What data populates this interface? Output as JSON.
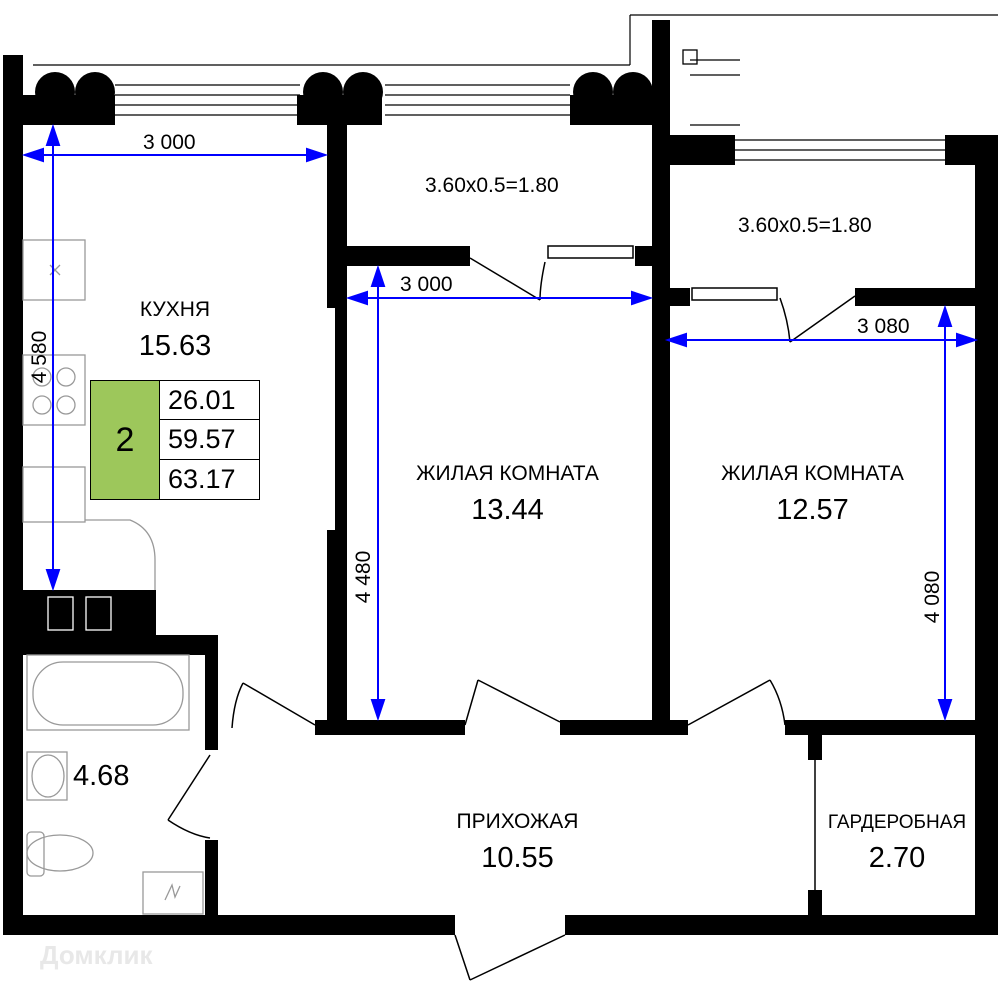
{
  "plan": {
    "rooms": [
      {
        "name": "КУХНЯ",
        "area": "15.63"
      },
      {
        "name": "ЖИЛАЯ КОМНАТА",
        "area": "13.44"
      },
      {
        "name": "ЖИЛАЯ КОМНАТА",
        "area": "12.57"
      },
      {
        "name": "ПРИХОЖАЯ",
        "area": "10.55"
      },
      {
        "name": "ГАРДЕРОБНАЯ",
        "area": "2.70"
      },
      {
        "name": "",
        "area": "4.68"
      }
    ],
    "balconies": [
      "3.60x0.5=1.80",
      "3.60x0.5=1.80"
    ],
    "dimensions": {
      "kitchen_width": "3 000",
      "kitchen_length": "4 580",
      "room1_width": "3 000",
      "room1_length": "4 480",
      "room2_width": "3 080",
      "room2_length": "4 080"
    }
  },
  "legend": {
    "rooms_count": "2",
    "living_area": "26.01",
    "total_area": "59.57",
    "total_with_balcony": "63.17"
  },
  "colors": {
    "wall": "#000000",
    "dimension": "#0000ff",
    "legend_fill": "#9dc75b"
  },
  "watermark": "Домклик"
}
